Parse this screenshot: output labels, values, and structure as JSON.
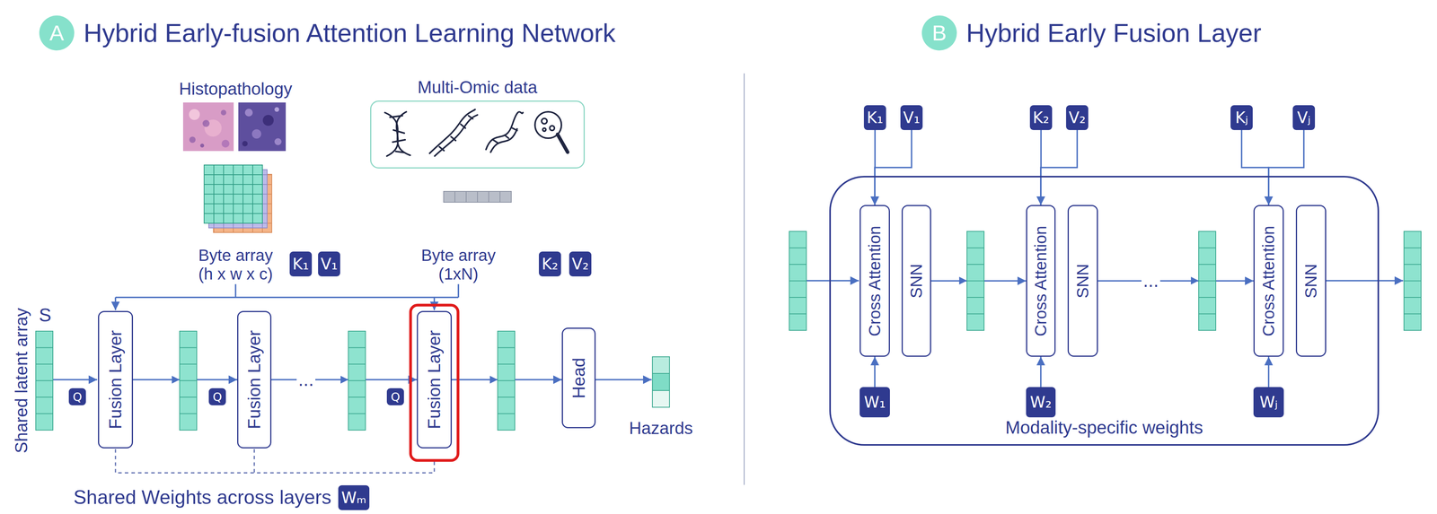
{
  "diagram": {
    "nodes": [
      {
        "text": [
          "A",
          "Hybrid Early-fusion Attention Learning Network"
        ]
      },
      {
        "text": [
          "Multi-Omic data"
        ]
      },
      {
        "text": [
          "K₁"
        ]
      },
      {
        "text": [
          "V₁"
        ]
      },
      {
        "text": [
          "K₂"
        ]
      },
      {
        "text": [
          "V₂"
        ]
      },
      {
        "text": [
          "Q"
        ]
      },
      {
        "text": [
          "Fusion Layer"
        ]
      },
      {
        "text": [
          "Q"
        ]
      },
      {
        "text": [
          "Fusion Layer"
        ]
      },
      {
        "text": [
          "Q"
        ]
      },
      {
        "text": [
          "Fusion Layer"
        ]
      },
      {
        "text": [
          "Head"
        ]
      },
      {
        "text": [
          "Wₘ"
        ]
      },
      {
        "text": [
          "B",
          "Hybrid Early Fusion Layer"
        ]
      },
      {
        "text": [
          "K₁"
        ]
      },
      {
        "text": [
          "V₁"
        ]
      },
      {
        "text": [
          "K₂"
        ]
      },
      {
        "text": [
          "V₂"
        ]
      },
      {
        "text": [
          "Kⱼ"
        ]
      },
      {
        "text": [
          "Vⱼ"
        ]
      },
      {
        "text": [
          "Modality-specific weights"
        ]
      },
      {
        "text": [
          "Cross Attention"
        ],
        "in": 21
      },
      {
        "text": [
          "SNN"
        ],
        "in": 21
      },
      {
        "text": [
          "W₁"
        ],
        "in": 21
      },
      {
        "text": [
          "Cross Attention"
        ],
        "in": 21
      },
      {
        "text": [
          "SNN"
        ],
        "in": 21
      },
      {
        "text": [
          "W₂"
        ],
        "in": 21
      },
      {
        "text": [
          "Cross Attention"
        ],
        "in": 21
      },
      {
        "text": [
          "SNN"
        ],
        "in": 21
      },
      {
        "text": [
          "Wⱼ"
        ],
        "in": 21
      }
    ],
    "edges": [
      {
        "from": 7,
        "to": 9,
        "arrow": "to"
      },
      {
        "from": 9,
        "to": 11,
        "arrow": "to"
      },
      {
        "from": 11,
        "to": 12,
        "arrow": "to"
      },
      {
        "from": 15,
        "to": 22,
        "arrow": "to"
      },
      {
        "from": 16,
        "to": 22,
        "arrow": "to"
      },
      {
        "from": 24,
        "to": 22,
        "arrow": "to"
      },
      {
        "from": 23,
        "to": 25,
        "arrow": "to"
      },
      {
        "from": 17,
        "to": 25,
        "arrow": "to"
      },
      {
        "from": 18,
        "to": 25,
        "arrow": "to"
      },
      {
        "from": 27,
        "to": 25,
        "arrow": "to"
      },
      {
        "from": 26,
        "to": 28,
        "arrow": "to"
      },
      {
        "from": 19,
        "to": 28,
        "arrow": "to"
      },
      {
        "from": 20,
        "to": 28,
        "arrow": "to"
      },
      {
        "from": 30,
        "to": 28,
        "arrow": "to"
      }
    ],
    "labels": [
      "Histopathology",
      "Byte array (h x w x c)",
      "Byte array (1xN)",
      "S",
      "Shared latent array",
      "...",
      "Hazards",
      "Shared Weights across layers",
      "..."
    ]
  }
}
